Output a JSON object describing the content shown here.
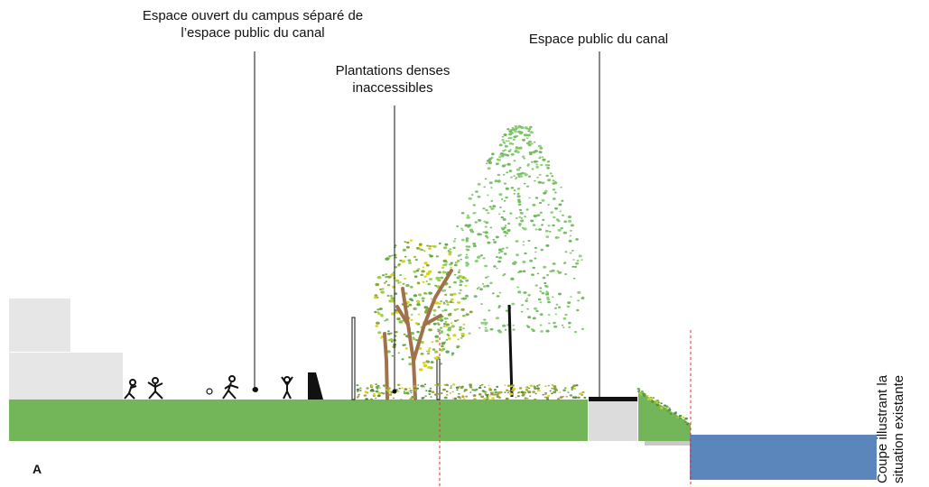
{
  "labels": {
    "campus_line1": "Espace ouvert du campus séparé de",
    "campus_line2": "l’espace public du canal",
    "plantations_line1": "Plantations denses",
    "plantations_line2": "inaccessibles",
    "canal": "Espace public du canal"
  },
  "section_letter": "A",
  "caption": {
    "line1": "Coupe illustrant la",
    "line2": "situation existante"
  },
  "colors": {
    "ground": "#73b65a",
    "water": "#5b86bb",
    "building": "#e6e6e6",
    "tree_light": "#7cc36a",
    "tree_trunk": "#a0724b",
    "shrub_yellow": "#d6d21f",
    "cut_line": "#d9342b"
  },
  "icons": [
    "person-kick-icon",
    "person-jump-icon",
    "ball-icon",
    "person-play-icon",
    "person-cheer-icon",
    "goal-icon"
  ]
}
